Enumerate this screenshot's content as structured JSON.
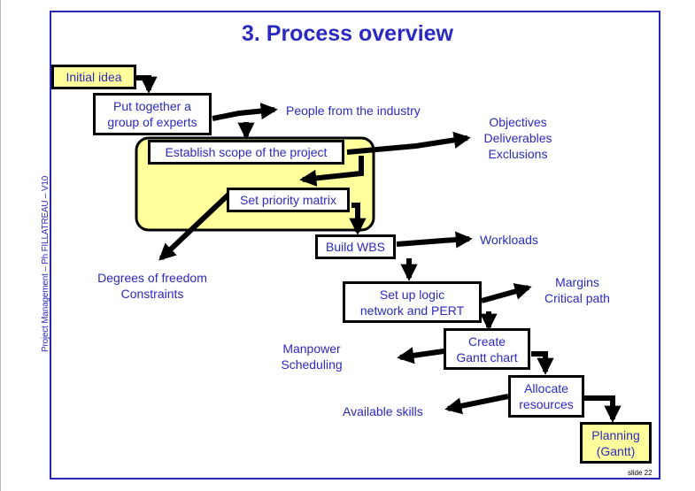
{
  "slide": {
    "title": "3. Process overview",
    "side_label": "Project Management – Ph FILLATREAU – V10",
    "slide_number": "slide 22"
  },
  "steps": {
    "initial_idea": "Initial idea",
    "experts": "Put together a\ngroup of experts",
    "scope": "Establish scope of the project",
    "priority": "Set priority matrix",
    "wbs": "Build WBS",
    "logic": "Set up logic\nnetwork and PERT",
    "gantt": "Create\nGantt chart",
    "allocate": "Allocate\nresources",
    "planning": "Planning\n(Gantt)"
  },
  "outputs": {
    "people": "People from the industry",
    "objectives": "Objectives\nDeliverables\nExclusions",
    "freedom": "Degrees of freedom\nConstraints",
    "workloads": "Workloads",
    "margins": "Margins\nCritical path",
    "manpower": "Manpower\nScheduling",
    "skills": "Available skills"
  },
  "colors": {
    "accent": "#2a2ac0",
    "highlight": "#ffff9c",
    "arrow": "#000000"
  }
}
